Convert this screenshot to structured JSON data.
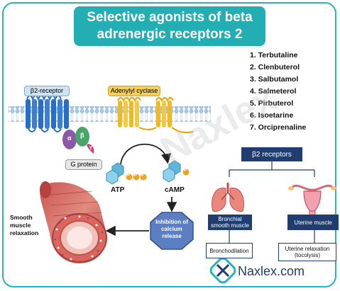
{
  "title": {
    "line1": "Selective agonists of beta",
    "line2": "adrenergic receptors 2"
  },
  "drugs": [
    "1. Terbutaline",
    "2. Clenbuterol",
    "3. Salbutamol",
    "4. Salmeterol",
    "5. Pirbuterol",
    "6. Isoetarine",
    "7. Orciprenaline"
  ],
  "cell": {
    "receptor_label": "β2-receptor",
    "cyclase_label": "Adenylyl cyclase",
    "alpha": "α",
    "beta": "β",
    "gamma": "γ",
    "gprotein_label": "G protein",
    "atp": "ATP",
    "camp": "cAMP",
    "p": "P",
    "inhibition": "Inhibition of calcium release",
    "smooth_muscle": "Smooth muscle relaxation"
  },
  "tree": {
    "root": "β2 receptors",
    "left_box": "Bronchial smooth muscle",
    "right_box": "Uterine muscle",
    "left_effect": "Bronchodilation",
    "right_effect": "Uterine relaxation (tocolysis)"
  },
  "brand": {
    "name": "Naxlex.com",
    "watermark": "Naxlex"
  },
  "colors": {
    "teal": "#23aeb3",
    "navy": "#1f3d70",
    "receptor_blue": "#2b6cc4",
    "cyclase_yellow": "#f0b91c"
  }
}
